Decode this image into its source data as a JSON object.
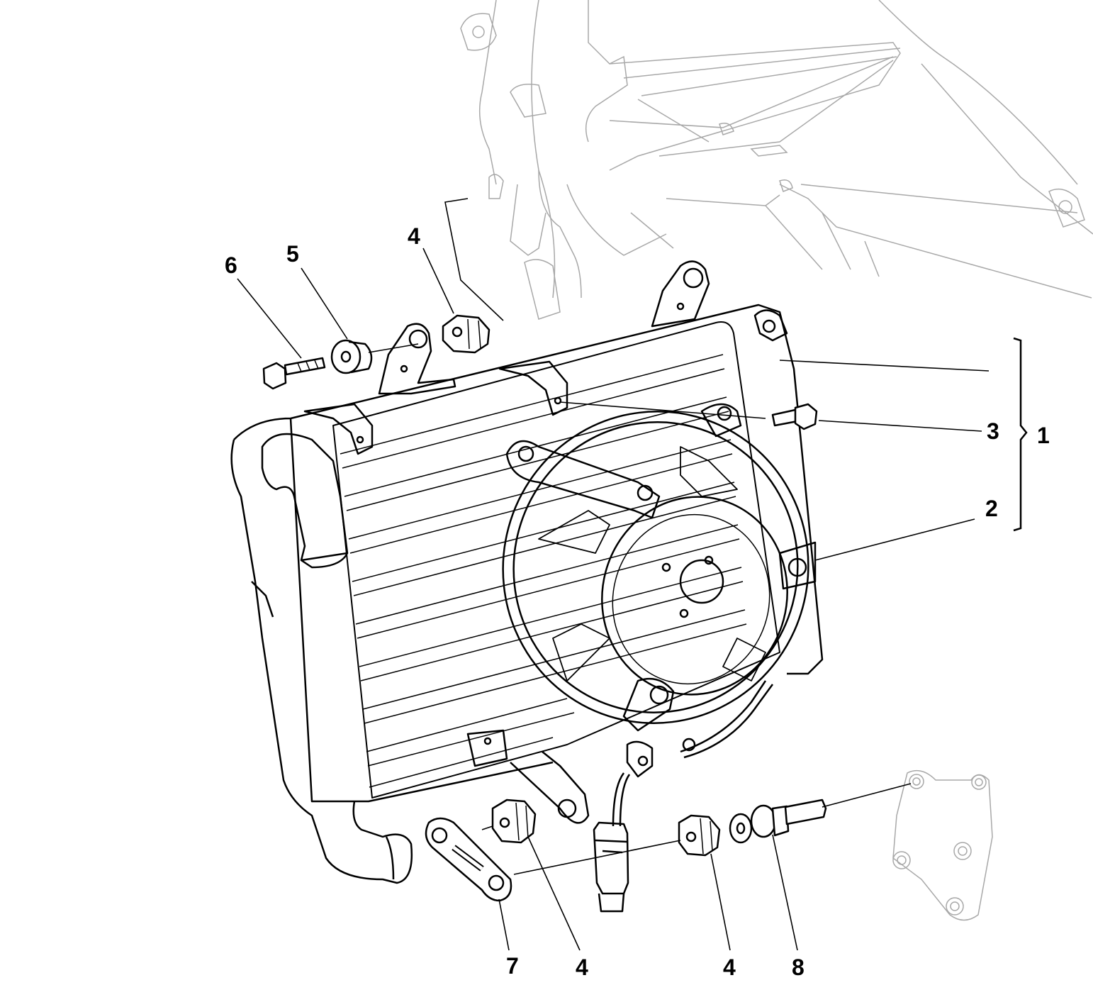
{
  "callouts": {
    "c1": "1",
    "c2": "2",
    "c3": "3",
    "c4": "4",
    "c5": "5",
    "c6": "6",
    "c7": "7",
    "c8": "8"
  },
  "colors": {
    "line": "#000000",
    "frame": "#9a9a9a",
    "background": "#ffffff"
  }
}
